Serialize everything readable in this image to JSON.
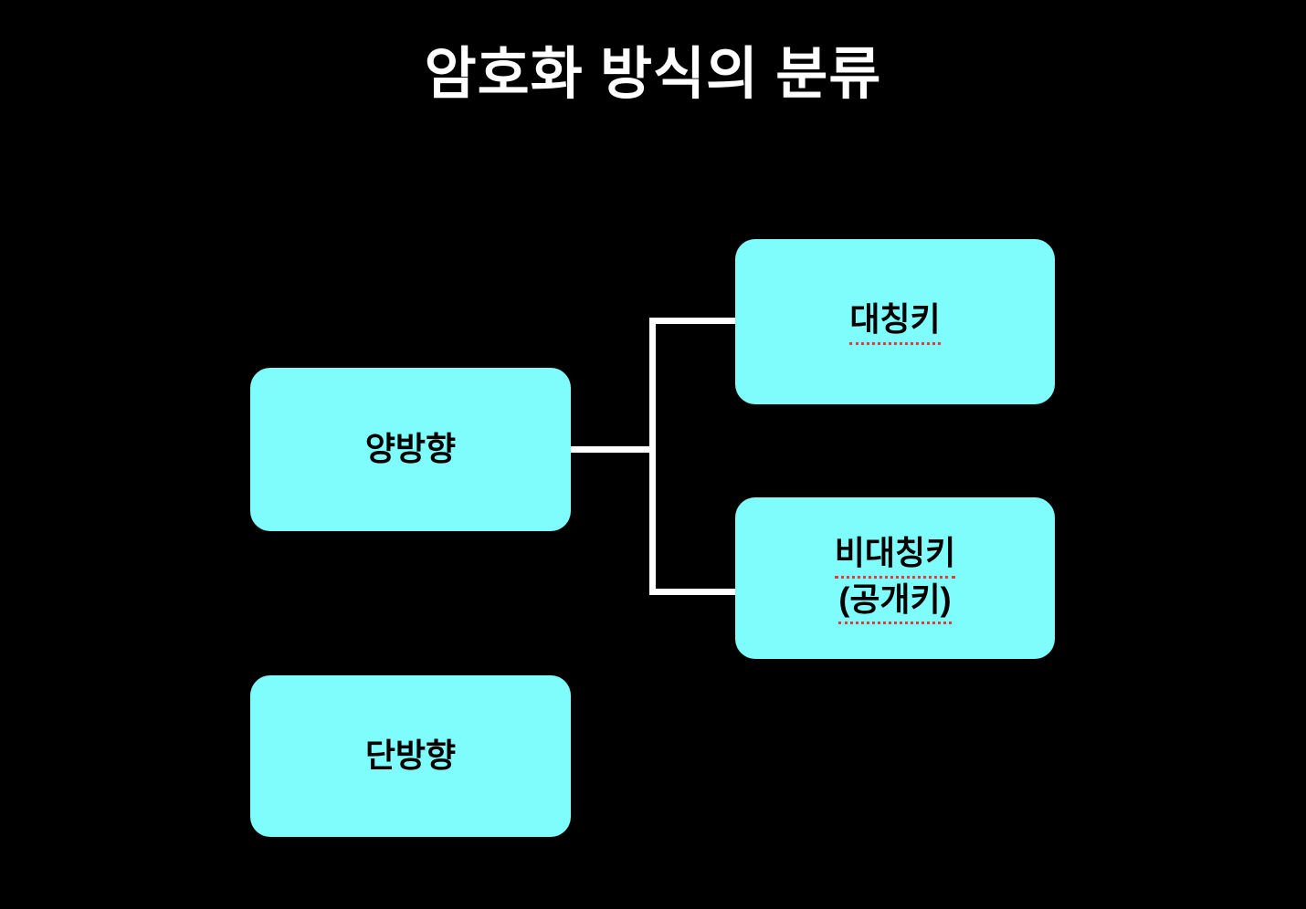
{
  "slide": {
    "title": "암호화 방식의 분류",
    "background_color": "#000000",
    "title_color": "#ffffff"
  },
  "theme": {
    "node_fill": "#7ffcfc",
    "node_text_color": "#000000",
    "connector_color": "#ffffff",
    "spellcheck_underline_color": "#e03c3c"
  },
  "diagram": {
    "type": "tree",
    "nodes": [
      {
        "id": "bidirectional",
        "label": "양방향",
        "lines": [
          "양방향"
        ],
        "spellcheck_flagged": false,
        "level": 1
      },
      {
        "id": "unidirectional",
        "label": "단방향",
        "lines": [
          "단방향"
        ],
        "spellcheck_flagged": false,
        "level": 1
      },
      {
        "id": "symmetric-key",
        "label": "대칭키",
        "lines": [
          "대칭키"
        ],
        "spellcheck_flagged": true,
        "level": 2
      },
      {
        "id": "asymmetric-key",
        "label": "비대칭키 (공개키)",
        "lines": [
          "비대칭키",
          "(공개키)"
        ],
        "spellcheck_flagged": true,
        "level": 2
      }
    ],
    "edges": [
      {
        "from": "bidirectional",
        "to": "symmetric-key"
      },
      {
        "from": "bidirectional",
        "to": "asymmetric-key"
      }
    ]
  }
}
